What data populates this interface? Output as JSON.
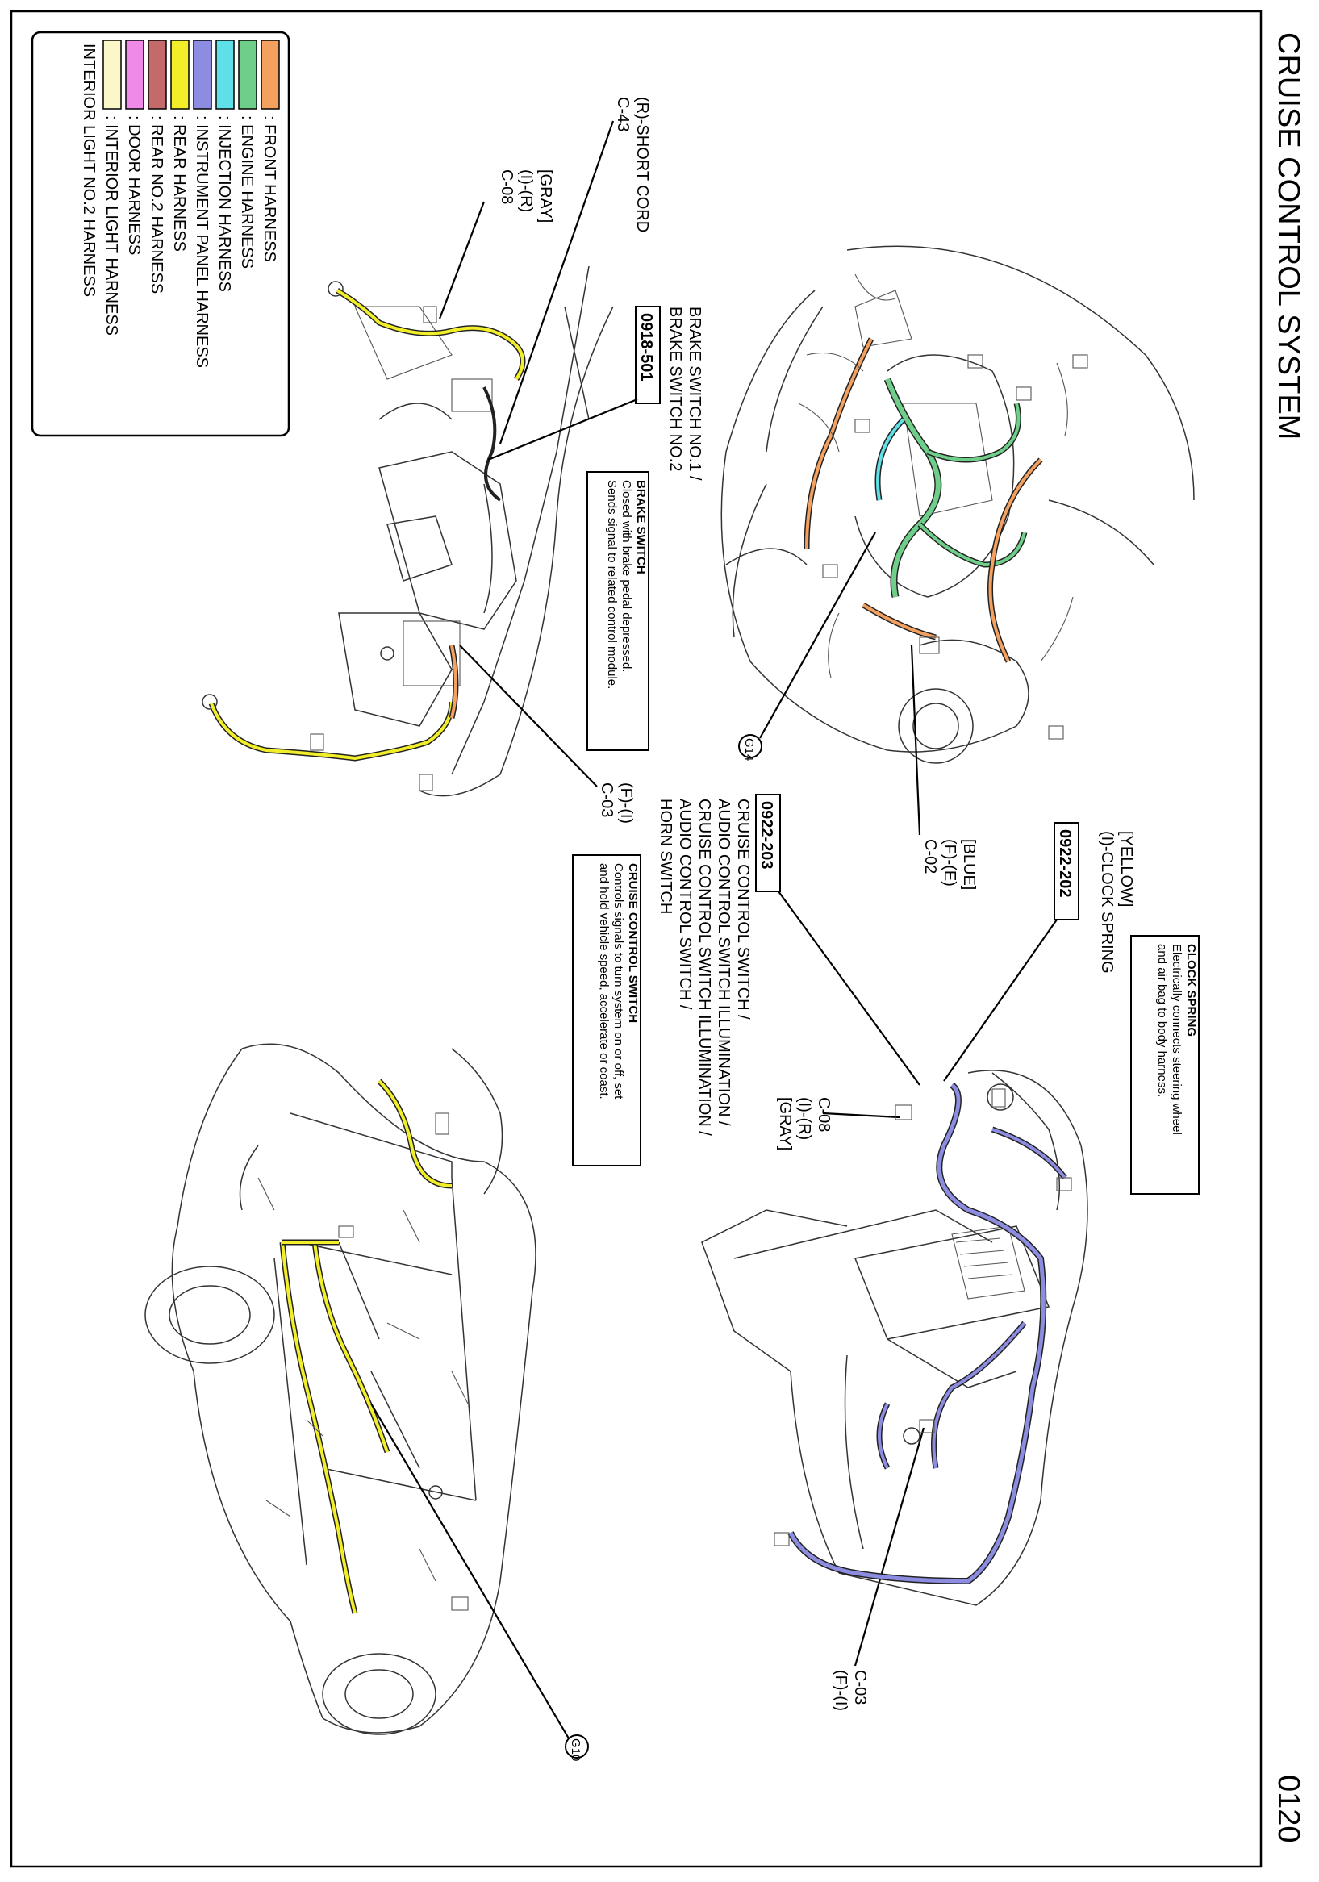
{
  "page": {
    "title": "CRUISE CONTROL SYSTEM",
    "page_number": "0120"
  },
  "legend": [
    {
      "label": ": FRONT HARNESS",
      "color": "#f4a160"
    },
    {
      "label": ": ENGINE HARNESS",
      "color": "#6fce8a"
    },
    {
      "label": ": INJECTION HARNESS",
      "color": "#5fe0e8"
    },
    {
      "label": ": INSTRUMENT PANEL HARNESS",
      "color": "#8c8ce0"
    },
    {
      "label": ": REAR HARNESS",
      "color": "#f2ef2a"
    },
    {
      "label": ": REAR NO.2 HARNESS",
      "color": "#c46a6a"
    },
    {
      "label": ": DOOR HARNESS",
      "color": "#f08ae8"
    },
    {
      "label": ": INTERIOR LIGHT HARNESS",
      "color": "#fbf7c8"
    },
    {
      "label": "INTERIOR LIGHT NO.2 HARNESS",
      "color": ""
    }
  ],
  "brake_area": {
    "short_cord": [
      "(R)-SHORT CORD",
      "C-43"
    ],
    "gray_connector": [
      "[GRAY]",
      "(I)-(R)",
      "C-08"
    ],
    "brake_switch_code": "0918-501",
    "brake_switch_label": [
      "BRAKE SWITCH NO.1 /",
      "BRAKE SWITCH NO.2"
    ],
    "brake_info_title": "BRAKE SWITCH",
    "brake_info_text": [
      "Closed with brake pedal depressed.",
      "Sends signal to related control module."
    ],
    "c03_left": [
      "(F)-(I)",
      "C-03"
    ]
  },
  "engine_area": {
    "blue_connector": [
      "[BLUE]",
      "(F)-(E)",
      "C-02"
    ],
    "ground": "G14"
  },
  "dash_area": {
    "yellow_connector": [
      "[YELLOW]",
      "(I)-CLOCK SPRING"
    ],
    "clock_spring_code": "0922-202",
    "clock_spring_title": "CLOCK SPRING",
    "clock_spring_text": [
      "Electrically connects steering wheel",
      "and air bag to body harness."
    ],
    "cruise_switch_code": "0922-203",
    "cruise_switch_label": [
      "CRUISE CONTROL SWITCH /",
      "AUDIO CONTROL SWITCH ILLUMINATION /",
      "CRUISE CONTROL SWITCH ILLUMINATION /",
      "AUDIO CONTROL SWITCH /",
      "HORN SWITCH"
    ],
    "cruise_info_title": "CRUISE CONTROL SWITCH",
    "cruise_info_text": [
      "Controls signals to turn system on or off, set",
      "and hold vehicle speed, accelerate or coast."
    ],
    "c08_right": [
      "C-08",
      "(I)-(R)",
      "[GRAY]"
    ],
    "c03_right": [
      "C-03",
      "(F)-(I)"
    ]
  },
  "body_area": {
    "ground": "G10"
  }
}
